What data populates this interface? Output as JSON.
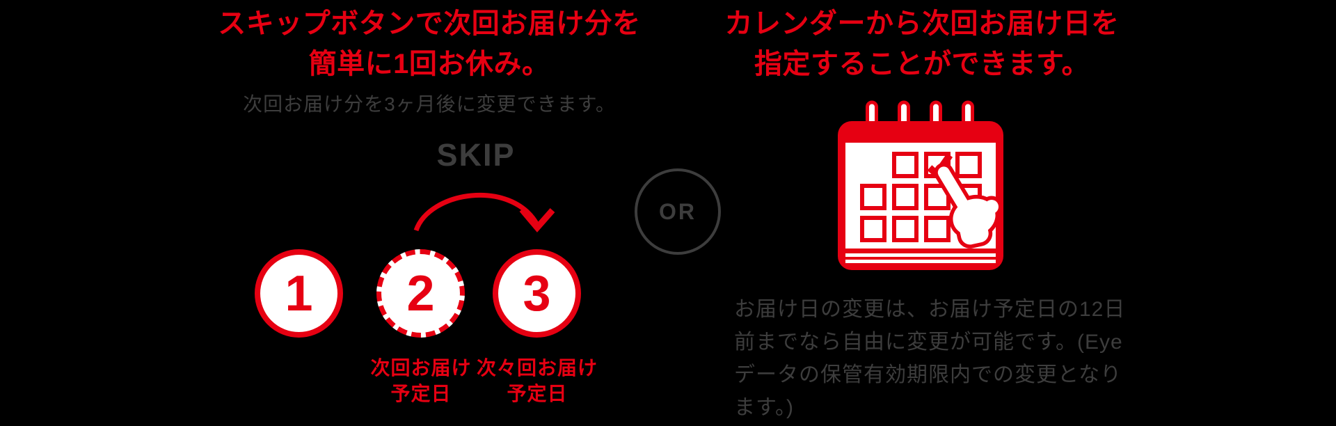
{
  "colors": {
    "background": "#000000",
    "accent_red": "#e60012",
    "text_gray": "#3d3d3d",
    "circle_fill": "#ffffff"
  },
  "left_section": {
    "title_lines": [
      "スキップボタンで次回お届け分を",
      "簡単に1回お休み。"
    ],
    "subtitle": "次回お届け分を3ヶ月後に変更できます。",
    "skip_label": "SKIP",
    "steps": [
      {
        "number": "1",
        "ring_style": "solid",
        "label_lines": []
      },
      {
        "number": "2",
        "ring_style": "dashed",
        "label_lines": [
          "次回お届け",
          "予定日"
        ]
      },
      {
        "number": "3",
        "ring_style": "solid",
        "label_lines": [
          "次々回お届け",
          "予定日"
        ]
      }
    ]
  },
  "divider": {
    "or_label": "OR"
  },
  "right_section": {
    "title_lines": [
      "カレンダーから次回お届け日を",
      "指定することができます。"
    ],
    "note_lines": [
      "お届け日の変更は、お届け予定日の12日",
      "前までなら自由に変更が可能です。(Eye",
      "データの保管有効期限内での変更となり",
      "ます。)"
    ]
  },
  "icons": {
    "skip_arrow": "curved-skip-arrow-icon",
    "or_badge": "or-circle-badge",
    "calendar": "calendar-date-picker-icon"
  }
}
